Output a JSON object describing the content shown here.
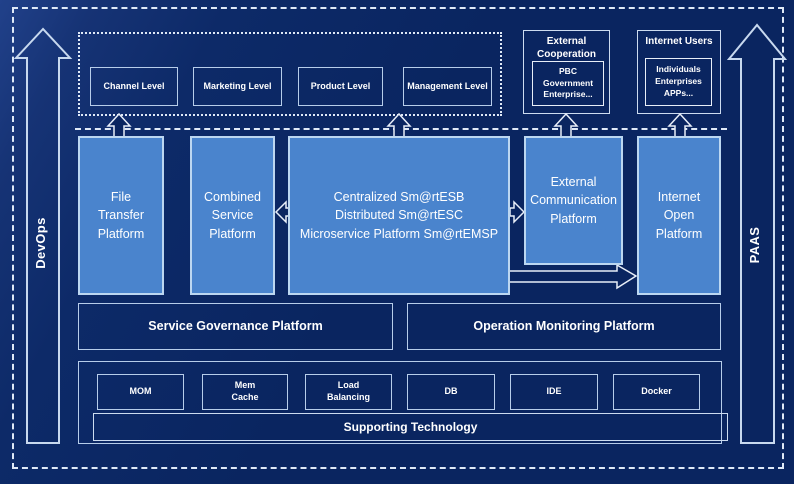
{
  "diagram": {
    "rails": {
      "left": "DevOps",
      "right": "PAAS"
    },
    "levels": [
      "Channel Level",
      "Marketing Level",
      "Product Level",
      "Management Level"
    ],
    "external_cooperation": {
      "title": "External Cooperation",
      "members": [
        "PBC Government",
        "Enterprise..."
      ]
    },
    "internet_users": {
      "title": "Internet Users",
      "members": [
        "Individuals",
        "Enterprises",
        "APPs..."
      ]
    },
    "platforms": {
      "file_transfer": [
        "File",
        "Transfer",
        "Platform"
      ],
      "combined_service": [
        "Combined",
        "Service",
        "Platform"
      ],
      "esb": [
        "Centralized Sm@rtESB",
        "Distributed Sm@rtESC",
        "Microservice Platform Sm@rtEMSP"
      ],
      "external_communication": [
        "External",
        "Communication",
        "Platform"
      ],
      "internet_open": [
        "Internet",
        "Open",
        "Platform"
      ]
    },
    "governance": {
      "service": "Service Governance Platform",
      "monitoring": "Operation Monitoring Platform"
    },
    "supporting": {
      "title": "Supporting Technology",
      "technologies": [
        [
          "MOM"
        ],
        [
          "Mem",
          "Cache"
        ],
        [
          "Load",
          "Balancing"
        ],
        [
          "DB"
        ],
        [
          "IDE"
        ],
        [
          "Docker"
        ]
      ]
    },
    "colors": {
      "background": "#0a2560",
      "platform_fill": "#4a84cd",
      "light_border": "#bcd7f1",
      "line": "#dfe9f7",
      "text": "#ffffff"
    }
  }
}
